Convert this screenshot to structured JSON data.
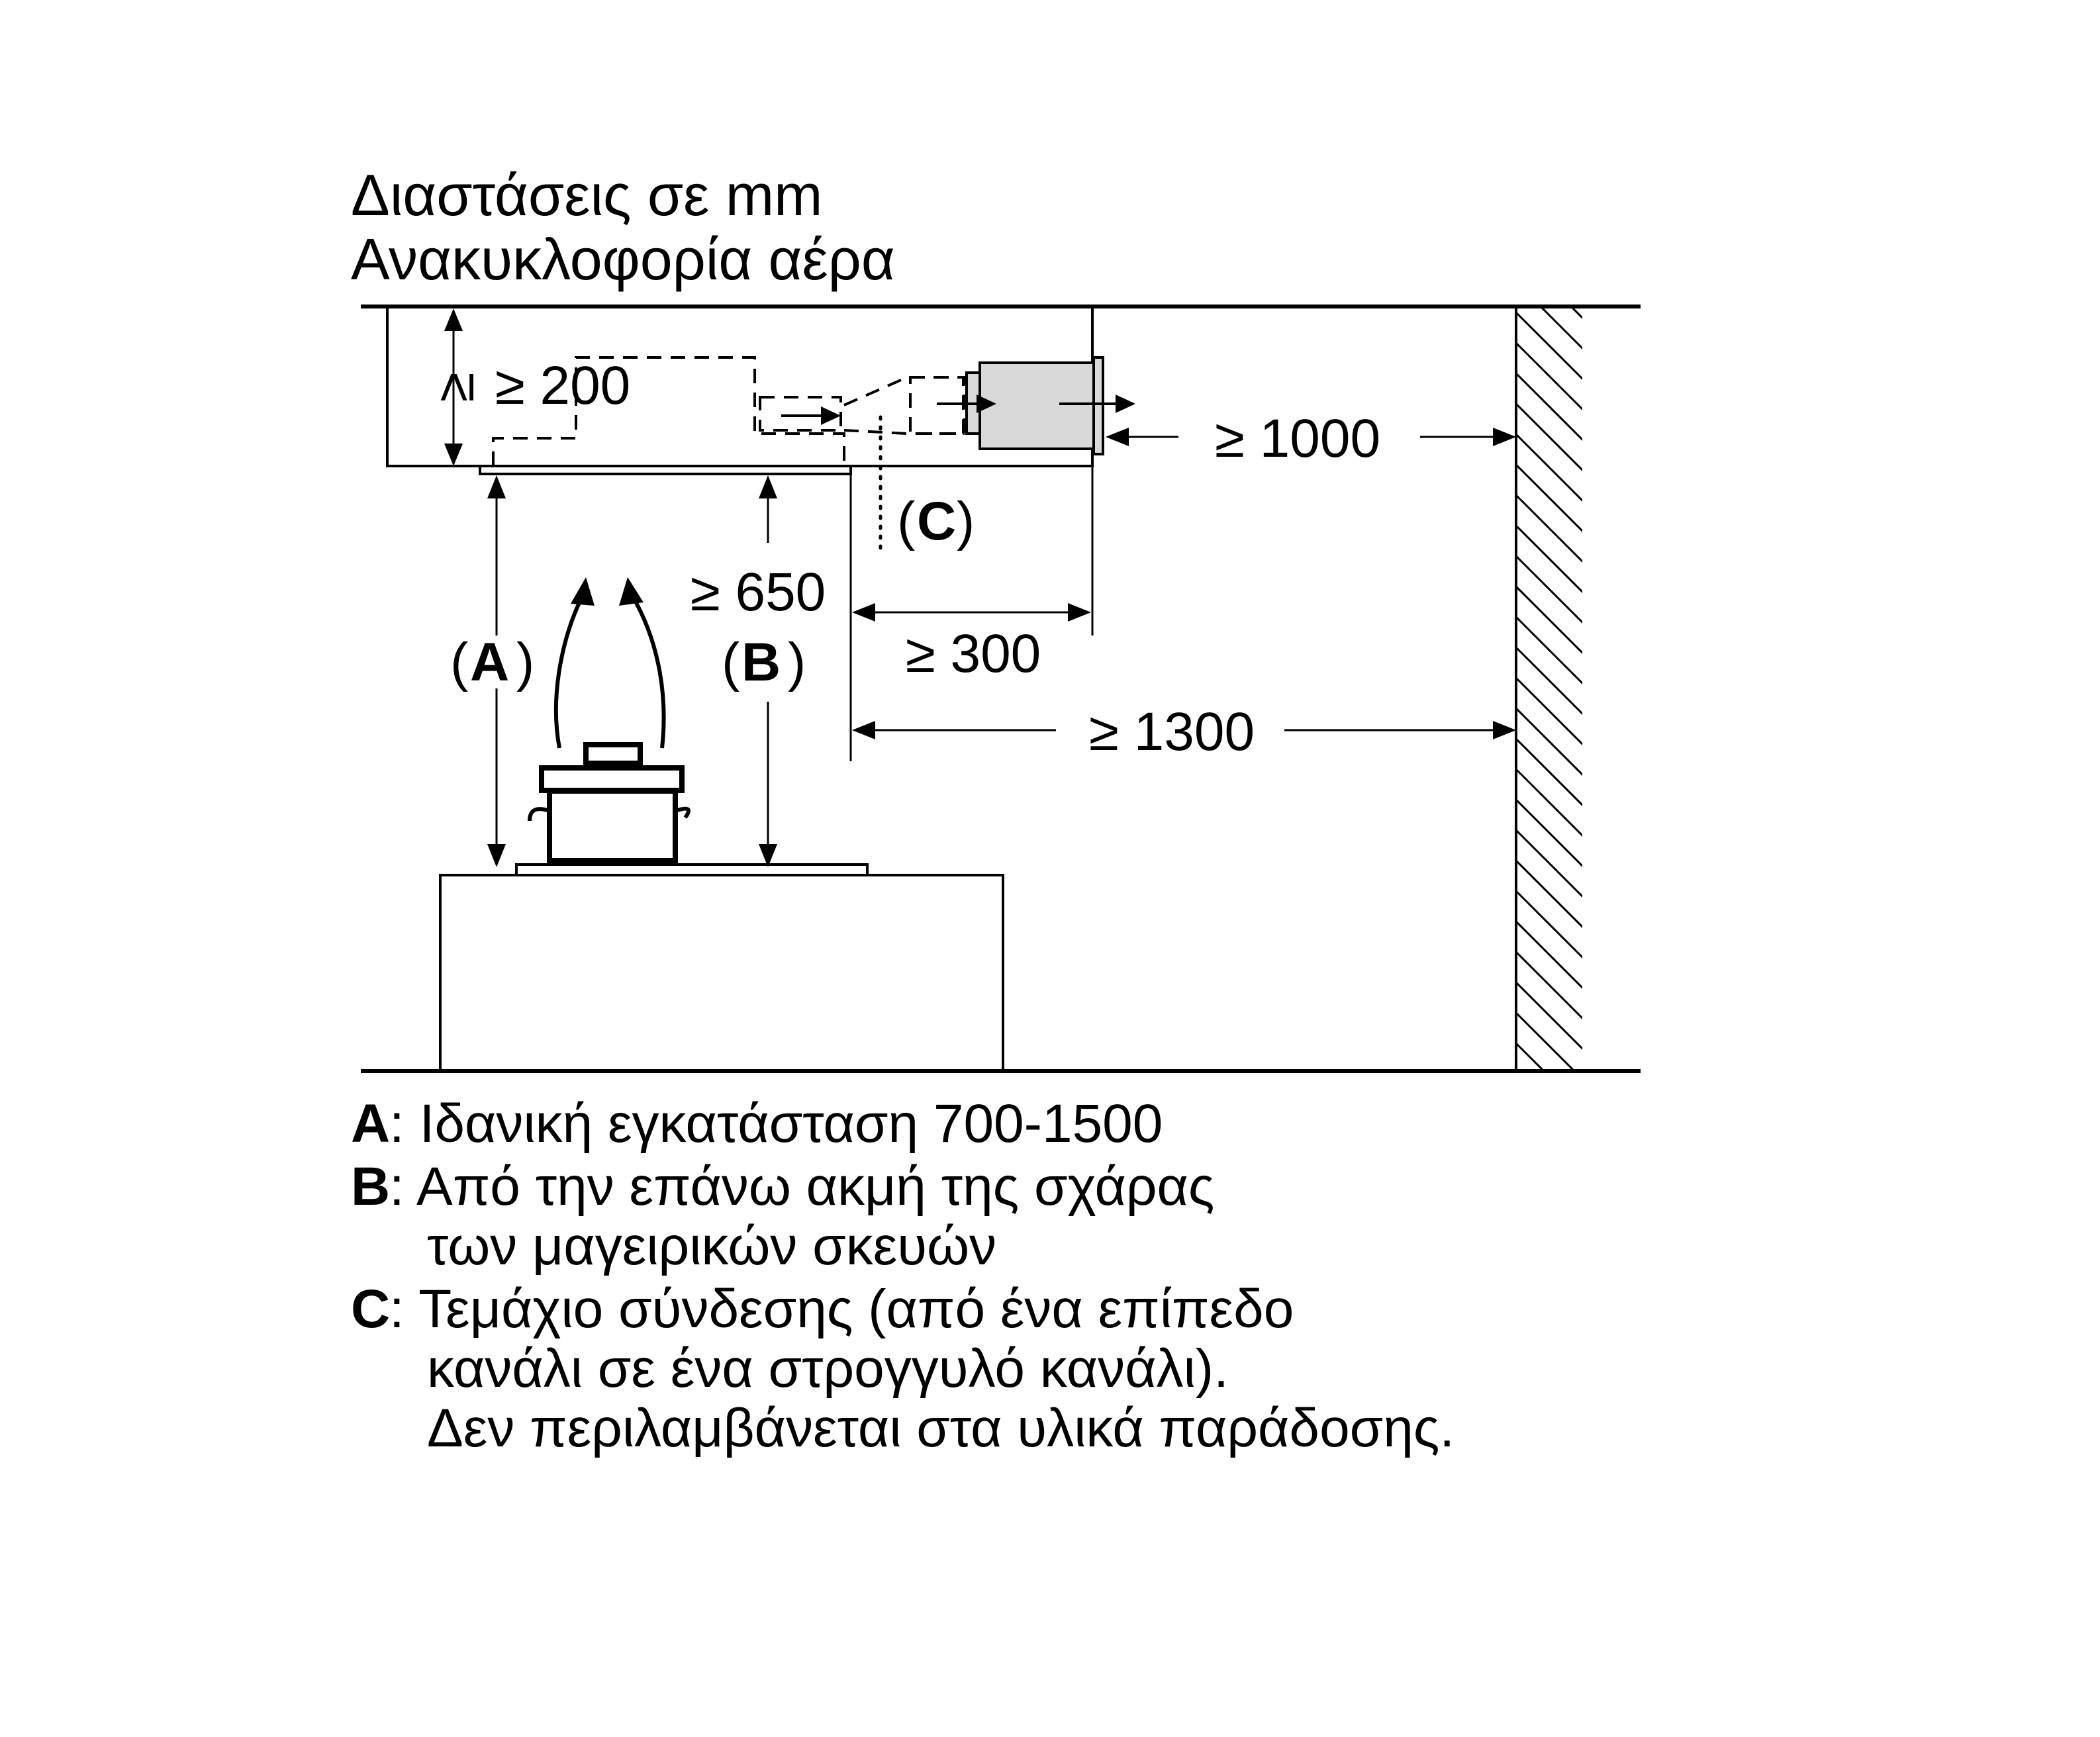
{
  "heading": {
    "line1": "Διαστάσεις σε mm",
    "line2": "Ανακυκλοφορία αέρα"
  },
  "dimensions": {
    "min_height_above_hood": "≥ 200",
    "wall_clearance": "≥ 1000",
    "connector_label_open": "(",
    "connector_letter": "C",
    "connector_label_close": ")",
    "min_650": "≥ 650",
    "min_300": "≥ 300",
    "min_1300": "≥ 1300",
    "label_a_open": "(",
    "label_a_letter": "A",
    "label_a_close": ")",
    "label_b_open": "(",
    "label_b_letter": "B",
    "label_b_close": ")"
  },
  "legend": {
    "a_key": "A",
    "a_text": ": Ιδανική εγκατάσταση 700-1500",
    "b_key": "B",
    "b_text_1": ": Από την επάνω ακμή της σχάρας",
    "b_text_2": "των μαγειρικών σκευών",
    "c_key": "C",
    "c_text_1": ": Τεμάχιο σύνδεσης (από ένα επίπεδο",
    "c_text_2": "κανάλι σε ένα στρογγυλό κανάλι).",
    "c_text_3": "Δεν περιλαμβάνεται στα υλικά παράδοσης."
  },
  "colors": {
    "line": "#000000",
    "filter_module": "#d9d9d9",
    "background": "#ffffff"
  }
}
